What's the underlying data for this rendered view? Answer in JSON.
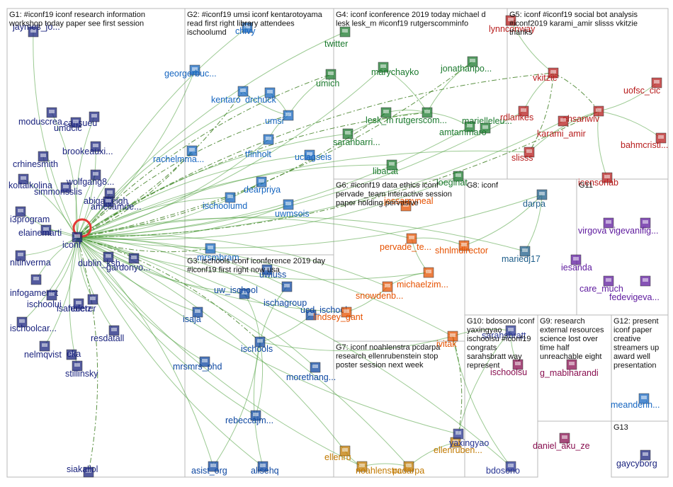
{
  "colors": {
    "g1": "#1a237e",
    "g2": "#1565c0",
    "g3": "#0d47a1",
    "g4": "#1b7a2e",
    "g5": "#b71c1c",
    "g6": "#e65100",
    "g7": "#c17900",
    "g8": "#1e5e8a",
    "g9": "#880e4f",
    "g10": "#283593",
    "g11": "#5e1a9e",
    "g12": "#1565c0",
    "g13": "#1a237e",
    "edge": "#4a9e3a",
    "edge_thick": "#3f7f23"
  },
  "groups": [
    {
      "id": "G1",
      "title_lines": [
        "G1: #iconf19 iconf research information",
        "workshop today paper see first session"
      ]
    },
    {
      "id": "G2",
      "title_lines": [
        "G2: #iconf19 umsi iconf kentarotoyama",
        "read first right library attendees",
        "ischoolumd"
      ]
    },
    {
      "id": "G3",
      "title_lines": [
        "G3: ischools iconf iconference 2019 day",
        "#iconf19 first right now usa"
      ]
    },
    {
      "id": "G4",
      "title_lines": [
        "G4: iconf iconference 2019 today michael d",
        "lesk lesk_m #iconf19 rutgerscomminfo"
      ]
    },
    {
      "id": "G5",
      "title_lines": [
        "G5: iconf #iconf19 social bot analysis",
        "#iconf2019 karami_amir slisss vkitzie",
        "thanks"
      ]
    },
    {
      "id": "G6",
      "title_lines": [
        "G6: #iconf19 data ethics iconf",
        "pervade_team interactive session",
        "paper holding pervasive"
      ]
    },
    {
      "id": "G7",
      "title_lines": [
        "G7: iconf noahlenstra pcdarpa",
        "research ellenrubenstein stop",
        "poster session next week"
      ]
    },
    {
      "id": "G8",
      "title_lines": [
        "G8: iconf"
      ]
    },
    {
      "id": "G9",
      "title_lines": [
        "G9: research",
        "external resources",
        "science lost over",
        "time half",
        "unreachable eight"
      ]
    },
    {
      "id": "G10",
      "title_lines": [
        "G10: bdosono iconf",
        "yaxingyao",
        "ischoolsu #iconf19",
        "congrats",
        "sarahsbratt way",
        "represent"
      ]
    },
    {
      "id": "G11",
      "title_lines": [
        "G11"
      ]
    },
    {
      "id": "G12",
      "title_lines": [
        "G12: present",
        "iconf paper",
        "creative",
        "streamers up",
        "award well",
        "presentation"
      ]
    },
    {
      "id": "G13",
      "title_lines": [
        "G13"
      ]
    }
  ],
  "nodes": [
    {
      "label": "jaymes_jo...",
      "group": "g1"
    },
    {
      "label": "moduscrea...",
      "group": "g1"
    },
    {
      "label": "cansueu",
      "group": "g1"
    },
    {
      "label": "umdcic",
      "group": "g1"
    },
    {
      "label": "brookeauxi...",
      "group": "g1"
    },
    {
      "label": "crhinesmith",
      "group": "g1"
    },
    {
      "label": "koltaikolina",
      "group": "g1"
    },
    {
      "label": "wolfgang8...",
      "group": "g1"
    },
    {
      "label": "simmonsslis",
      "group": "g1"
    },
    {
      "label": "abigailleigh",
      "group": "g1"
    },
    {
      "label": "ameliamde...",
      "group": "g1"
    },
    {
      "label": "i3program",
      "group": "g1"
    },
    {
      "label": "elainemarti",
      "group": "g1"
    },
    {
      "label": "iconf",
      "group": "g1"
    },
    {
      "label": "nitinverma",
      "group": "g1"
    },
    {
      "label": "dublin_ksh...",
      "group": "g1"
    },
    {
      "label": "gardonyo...",
      "group": "g1"
    },
    {
      "label": "infogamerist",
      "group": "g1"
    },
    {
      "label": "ischoolui",
      "group": "g1"
    },
    {
      "label": "isafederer",
      "group": "g1"
    },
    {
      "label": "nbietz",
      "group": "g1"
    },
    {
      "label": "ischoolcar...",
      "group": "g1"
    },
    {
      "label": "resdatall",
      "group": "g1"
    },
    {
      "label": "nelmqvist",
      "group": "g1"
    },
    {
      "label": "eka",
      "group": "g1"
    },
    {
      "label": "stillinsky",
      "group": "g1"
    },
    {
      "label": "siakallol",
      "group": "g1"
    },
    {
      "label": "georgerbuc...",
      "group": "g2"
    },
    {
      "label": "chivy",
      "group": "g2"
    },
    {
      "label": "kentaro",
      "group": "g2"
    },
    {
      "label": "drchuck",
      "group": "g2"
    },
    {
      "label": "umsi",
      "group": "g2"
    },
    {
      "label": "rachelmma...",
      "group": "g2"
    },
    {
      "label": "tfinholt",
      "group": "g2"
    },
    {
      "label": "uclagseis",
      "group": "g2"
    },
    {
      "label": "dearpriya",
      "group": "g2"
    },
    {
      "label": "ischoolumd",
      "group": "g2"
    },
    {
      "label": "uwmsois",
      "group": "g2"
    },
    {
      "label": "mrsmbram",
      "group": "g2"
    },
    {
      "label": "uwiuss",
      "group": "g3"
    },
    {
      "label": "uw_ischool",
      "group": "g3"
    },
    {
      "label": "ischagroup",
      "group": "g3"
    },
    {
      "label": "isaja",
      "group": "g3"
    },
    {
      "label": "ucd_ischool",
      "group": "g3"
    },
    {
      "label": "ischools",
      "group": "g3"
    },
    {
      "label": "mrsmrs_phd",
      "group": "g3"
    },
    {
      "label": "morethang...",
      "group": "g3"
    },
    {
      "label": "rebeccajm...",
      "group": "g3"
    },
    {
      "label": "asist_org",
      "group": "g3"
    },
    {
      "label": "alisehq",
      "group": "g3"
    },
    {
      "label": "twitter",
      "group": "g4"
    },
    {
      "label": "umich",
      "group": "g4"
    },
    {
      "label": "marychayko",
      "group": "g4"
    },
    {
      "label": "jonathanpo...",
      "group": "g4"
    },
    {
      "label": "lesk_m",
      "group": "g4"
    },
    {
      "label": "rutgerscom...",
      "group": "g4"
    },
    {
      "label": "marielleleu...",
      "group": "g4"
    },
    {
      "label": "sarahbarri...",
      "group": "g4"
    },
    {
      "label": "amtammaro",
      "group": "g4"
    },
    {
      "label": "libacat",
      "group": "g4"
    },
    {
      "label": "loeginat",
      "group": "g4"
    },
    {
      "label": "lynnconway",
      "group": "g5"
    },
    {
      "label": "vkitzie",
      "group": "g5"
    },
    {
      "label": "uofsc_cic",
      "group": "g5"
    },
    {
      "label": "rdlankes",
      "group": "g5"
    },
    {
      "label": "ehsanwlv",
      "group": "g5"
    },
    {
      "label": "karami_amir",
      "group": "g5"
    },
    {
      "label": "bahmcristi...",
      "group": "g5"
    },
    {
      "label": "slisss",
      "group": "g5"
    },
    {
      "label": "icensorlab",
      "group": "g5"
    },
    {
      "label": "pervade_te...",
      "group": "g6"
    },
    {
      "label": "shnlmdirector",
      "group": "g6"
    },
    {
      "label": "michaelzim...",
      "group": "g6"
    },
    {
      "label": "snowdenb...",
      "group": "g6"
    },
    {
      "label": "lindsey_gant",
      "group": "g6"
    },
    {
      "label": "ivitak",
      "group": "g6"
    },
    {
      "label": "jessamyneal",
      "group": "g6"
    },
    {
      "label": "ellenru",
      "group": "g7"
    },
    {
      "label": "noahlenstra",
      "group": "g7"
    },
    {
      "label": "pcdarpa",
      "group": "g7"
    },
    {
      "label": "ellenruben...",
      "group": "g7"
    },
    {
      "label": "darpa",
      "group": "g8"
    },
    {
      "label": "mariedj17",
      "group": "g8"
    },
    {
      "label": "ischoolsu",
      "group": "g9"
    },
    {
      "label": "g_mabiharandi",
      "group": "g9"
    },
    {
      "label": "daniel_aku_ze",
      "group": "g9"
    },
    {
      "label": "sarahsbratt",
      "group": "g10"
    },
    {
      "label": "yaxingyao",
      "group": "g10"
    },
    {
      "label": "bdosono",
      "group": "g10"
    },
    {
      "label": "virgova",
      "group": "g11"
    },
    {
      "label": "vigevanifig...",
      "group": "g11"
    },
    {
      "label": "iesanda",
      "group": "g11"
    },
    {
      "label": "care_much",
      "group": "g11"
    },
    {
      "label": "fedevigeva...",
      "group": "g11"
    },
    {
      "label": "meanderin...",
      "group": "g12"
    },
    {
      "label": "gaycyborg",
      "group": "g13"
    }
  ]
}
